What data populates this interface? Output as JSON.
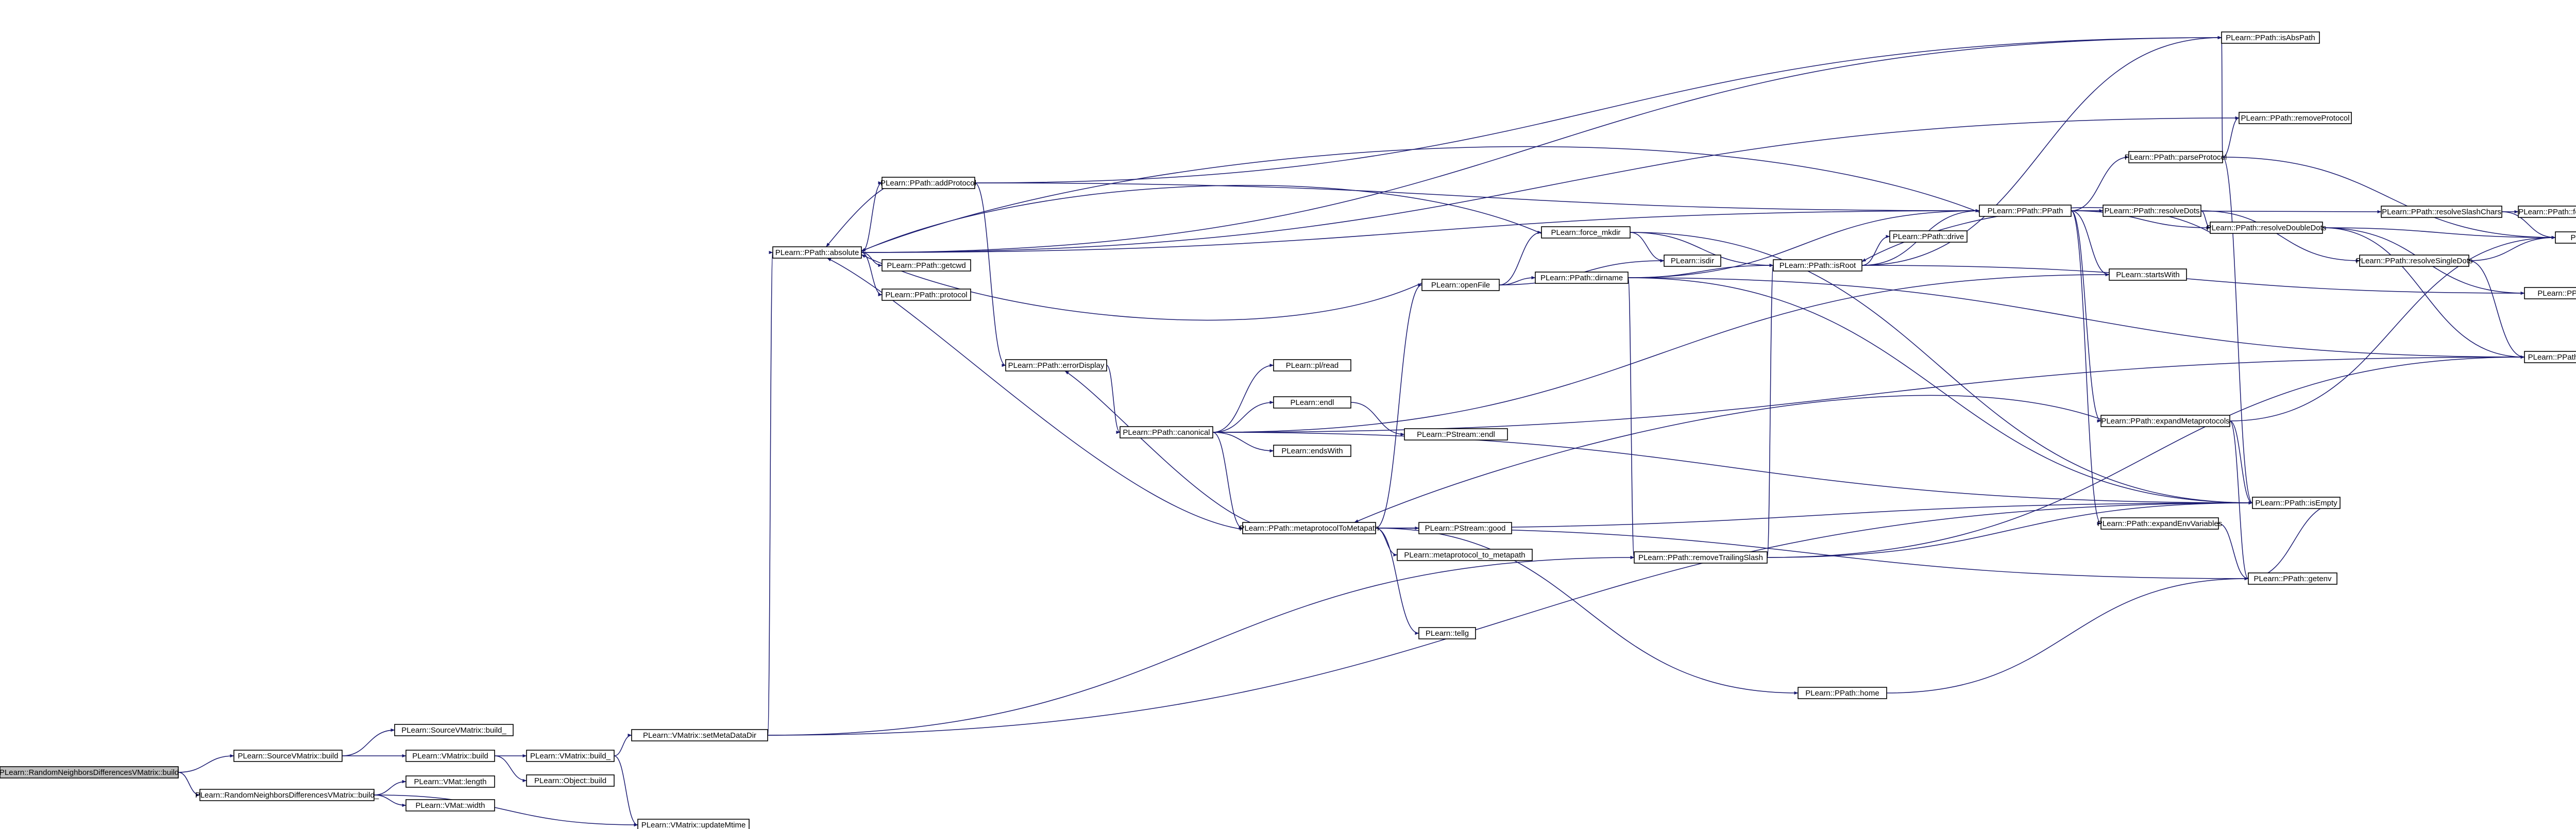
{
  "colors": {
    "edge": "#191970",
    "node_border": "#000000",
    "node_fill": "#ffffff",
    "root_fill": "#bfbfbf",
    "truncated_border": "#ff0000",
    "text": "#000000",
    "background": "#ffffff"
  },
  "nodes": [
    {
      "id": "n0",
      "label": "PLearn::RandomNeighborsDifferencesVMatrix::build",
      "style": "root"
    },
    {
      "id": "n1",
      "label": "PLearn::SourceVMatrix::build",
      "style": "normal"
    },
    {
      "id": "n2",
      "label": "PLearn::RandomNeighborsDifferencesVMatrix::build_",
      "style": "normal"
    },
    {
      "id": "n3",
      "label": "PLearn::SourceVMatrix::build_",
      "style": "normal"
    },
    {
      "id": "n4",
      "label": "PLearn::VMatrix::build",
      "style": "normal"
    },
    {
      "id": "n5",
      "label": "PLearn::VMat::length",
      "style": "normal"
    },
    {
      "id": "n6",
      "label": "PLearn::VMat::width",
      "style": "normal"
    },
    {
      "id": "n7",
      "label": "PLearn::VMatrix::updateMtime",
      "style": "normal"
    },
    {
      "id": "n8",
      "label": "PLearn::VMatrix::build_",
      "style": "normal"
    },
    {
      "id": "n9",
      "label": "PLearn::Object::build",
      "style": "normal"
    },
    {
      "id": "n10",
      "label": "PLearn::VMatrix::setMetaDataDir",
      "style": "normal"
    },
    {
      "id": "n11",
      "label": "PLearn::PPath::absolute",
      "style": "normal"
    },
    {
      "id": "n12",
      "label": "PLearn::PPath::addProtocol",
      "style": "normal"
    },
    {
      "id": "n13",
      "label": "PLearn::PPath::getcwd",
      "style": "normal"
    },
    {
      "id": "n14",
      "label": "PLearn::PPath::protocol",
      "style": "normal"
    },
    {
      "id": "n15",
      "label": "PLearn::PPath::errorDisplay",
      "style": "normal"
    },
    {
      "id": "n16",
      "label": "PLearn::PPath::canonical",
      "style": "normal"
    },
    {
      "id": "n17",
      "label": "PLearn::pl/read",
      "style": "normal"
    },
    {
      "id": "n18",
      "label": "PLearn::endl",
      "style": "normal"
    },
    {
      "id": "n19",
      "label": "PLearn::PStream::endl",
      "style": "truncated"
    },
    {
      "id": "n20",
      "label": "PLearn::endsWith",
      "style": "normal"
    },
    {
      "id": "n21",
      "label": "PLearn::PPath::metaprotocolToMetapath",
      "style": "normal"
    },
    {
      "id": "n22",
      "label": "PLearn::PStream::good",
      "style": "normal"
    },
    {
      "id": "n23",
      "label": "PLearn::metaprotocol_to_metapath",
      "style": "normal"
    },
    {
      "id": "n24",
      "label": "PLearn::tellg",
      "style": "normal"
    },
    {
      "id": "n25",
      "label": "PLearn::openFile",
      "style": "normal"
    },
    {
      "id": "n26",
      "label": "PLearn::force_mkdir",
      "style": "truncated"
    },
    {
      "id": "n27",
      "label": "PLearn::isdir",
      "style": "normal"
    },
    {
      "id": "n28",
      "label": "PLearn::PPath::dirname",
      "style": "normal"
    },
    {
      "id": "n29",
      "label": "PLearn::PPath::removeTrailingSlash",
      "style": "normal"
    },
    {
      "id": "n30",
      "label": "PLearn::PPath::home",
      "style": "normal"
    },
    {
      "id": "n31",
      "label": "PLearn::PPath::isRoot",
      "style": "normal"
    },
    {
      "id": "n32",
      "label": "PLearn::PPath::drive",
      "style": "normal"
    },
    {
      "id": "n33",
      "label": "PLearn::PPath::PPath",
      "style": "normal"
    },
    {
      "id": "n34",
      "label": "PLearn::PPath::isAbsPath",
      "style": "normal"
    },
    {
      "id": "n35",
      "label": "PLearn::PPath::removeProtocol",
      "style": "normal"
    },
    {
      "id": "n36",
      "label": "PLearn::PPath::parseProtocol",
      "style": "normal"
    },
    {
      "id": "n37",
      "label": "PLearn::PPath::resolveDots",
      "style": "normal"
    },
    {
      "id": "n38",
      "label": "PLearn::PPath::resolveSlashChars",
      "style": "normal"
    },
    {
      "id": "n39",
      "label": "PLearn::PPath::resolveDoubleDots",
      "style": "normal"
    },
    {
      "id": "n40",
      "label": "PLearn::PPath::resolveSingleDots",
      "style": "normal"
    },
    {
      "id": "n41",
      "label": "PLearn::startsWith",
      "style": "normal"
    },
    {
      "id": "n42",
      "label": "PLearn::PPath::expandMetaprotocols",
      "style": "normal"
    },
    {
      "id": "n43",
      "label": "PLearn::PPath::expandEnvVariables",
      "style": "normal"
    },
    {
      "id": "n44",
      "label": "PLearn::PPath::isEmpty",
      "style": "normal"
    },
    {
      "id": "n45",
      "label": "PLearn::PPath::getenv",
      "style": "normal"
    },
    {
      "id": "n46",
      "label": "PLearn::PPath::forbidden_chars",
      "style": "normal"
    },
    {
      "id": "n47",
      "label": "PLearn::find",
      "style": "normal"
    },
    {
      "id": "n48",
      "label": "PLearn::PPath::_slash",
      "style": "normal"
    },
    {
      "id": "n49",
      "label": "PLearn::PPath::_slash_char",
      "style": "normal"
    }
  ],
  "edges": [
    [
      "n0",
      "n1"
    ],
    [
      "n0",
      "n2"
    ],
    [
      "n1",
      "n3"
    ],
    [
      "n1",
      "n4"
    ],
    [
      "n2",
      "n5"
    ],
    [
      "n2",
      "n6"
    ],
    [
      "n2",
      "n7"
    ],
    [
      "n4",
      "n8"
    ],
    [
      "n4",
      "n9"
    ],
    [
      "n8",
      "n10"
    ],
    [
      "n8",
      "n7"
    ],
    [
      "n10",
      "n11"
    ],
    [
      "n10",
      "n29"
    ],
    [
      "n10",
      "n44"
    ],
    [
      "n11",
      "n12"
    ],
    [
      "n11",
      "n13"
    ],
    [
      "n11",
      "n14"
    ],
    [
      "n11",
      "n33"
    ],
    [
      "n11",
      "n34"
    ],
    [
      "n11",
      "n35"
    ],
    [
      "n12",
      "n15"
    ],
    [
      "n12",
      "n11"
    ],
    [
      "n12",
      "n33"
    ],
    [
      "n12",
      "n34"
    ],
    [
      "n15",
      "n16"
    ],
    [
      "n16",
      "n17"
    ],
    [
      "n16",
      "n18"
    ],
    [
      "n16",
      "n20"
    ],
    [
      "n16",
      "n21"
    ],
    [
      "n16",
      "n41"
    ],
    [
      "n16",
      "n44"
    ],
    [
      "n16",
      "n49"
    ],
    [
      "n18",
      "n19"
    ],
    [
      "n21",
      "n11"
    ],
    [
      "n21",
      "n22"
    ],
    [
      "n21",
      "n23"
    ],
    [
      "n21",
      "n24"
    ],
    [
      "n21",
      "n25"
    ],
    [
      "n21",
      "n15"
    ],
    [
      "n21",
      "n45"
    ],
    [
      "n21",
      "n30"
    ],
    [
      "n21",
      "n44"
    ],
    [
      "n25",
      "n11"
    ],
    [
      "n25",
      "n26"
    ],
    [
      "n25",
      "n27"
    ],
    [
      "n25",
      "n28"
    ],
    [
      "n26",
      "n11"
    ],
    [
      "n26",
      "n27"
    ],
    [
      "n26",
      "n31"
    ],
    [
      "n26",
      "n44"
    ],
    [
      "n28",
      "n31"
    ],
    [
      "n28",
      "n29"
    ],
    [
      "n28",
      "n33"
    ],
    [
      "n28",
      "n44"
    ],
    [
      "n28",
      "n49"
    ],
    [
      "n29",
      "n31"
    ],
    [
      "n29",
      "n44"
    ],
    [
      "n29",
      "n49"
    ],
    [
      "n30",
      "n45"
    ],
    [
      "n31",
      "n32"
    ],
    [
      "n31",
      "n33"
    ],
    [
      "n31",
      "n34"
    ],
    [
      "n31",
      "n48"
    ],
    [
      "n33",
      "n36"
    ],
    [
      "n33",
      "n37"
    ],
    [
      "n33",
      "n38"
    ],
    [
      "n33",
      "n39"
    ],
    [
      "n33",
      "n41"
    ],
    [
      "n33",
      "n42"
    ],
    [
      "n33",
      "n43"
    ],
    [
      "n33",
      "n11"
    ],
    [
      "n36",
      "n34"
    ],
    [
      "n36",
      "n35"
    ],
    [
      "n36",
      "n44"
    ],
    [
      "n36",
      "n47"
    ],
    [
      "n37",
      "n39"
    ],
    [
      "n37",
      "n40"
    ],
    [
      "n38",
      "n46"
    ],
    [
      "n38",
      "n47"
    ],
    [
      "n39",
      "n31"
    ],
    [
      "n39",
      "n47"
    ],
    [
      "n39",
      "n48"
    ],
    [
      "n39",
      "n49"
    ],
    [
      "n40",
      "n47"
    ],
    [
      "n40",
      "n49"
    ],
    [
      "n42",
      "n21"
    ],
    [
      "n42",
      "n44"
    ],
    [
      "n42",
      "n45"
    ],
    [
      "n42",
      "n47"
    ],
    [
      "n43",
      "n45"
    ],
    [
      "n44",
      "n45"
    ]
  ]
}
